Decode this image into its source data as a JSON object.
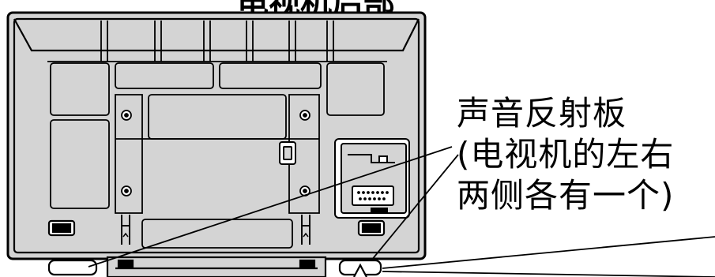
{
  "diagram": {
    "title": "电视机后部",
    "callout": {
      "line1": "声音反射板",
      "line2": "(电视机的左右",
      "line3": "两侧各有一个)"
    }
  },
  "colors": {
    "panel_fill": "#d4d4d4",
    "line": "#000000",
    "background": "#ffffff"
  }
}
